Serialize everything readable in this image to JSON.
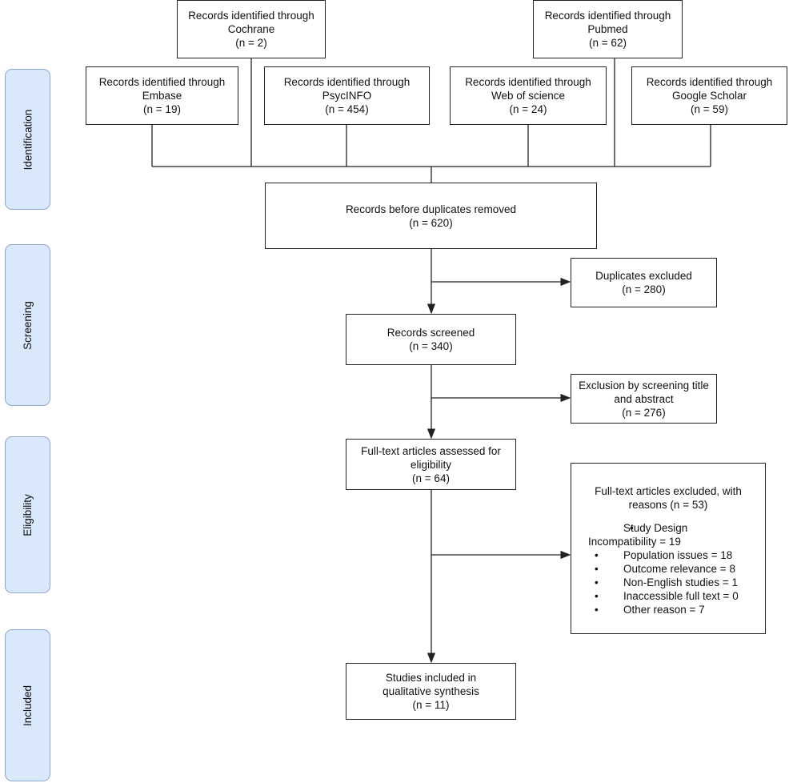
{
  "phases": [
    "Identification",
    "Screening",
    "Eligibility",
    "Included"
  ],
  "sources": {
    "cochrane": {
      "title": "Records identified through",
      "name": "Cochrane",
      "n": "(n = 2)"
    },
    "pubmed": {
      "title": "Records identified through",
      "name": "Pubmed",
      "n": "(n = 62)"
    },
    "embase": {
      "title": "Records identified through",
      "name": "Embase",
      "n": "(n = 19)"
    },
    "psycinfo": {
      "title": "Records identified through",
      "name": "PsycINFO",
      "n": "(n = 454)"
    },
    "wos": {
      "title": "Records identified through",
      "name": "Web of science",
      "n": "(n = 24)"
    },
    "scholar": {
      "title": "Records identified through",
      "name": "Google Scholar",
      "n": "(n = 59)"
    }
  },
  "before_dup": {
    "title": "Records before duplicates removed",
    "n": "(n = 620)"
  },
  "duplicates": {
    "title": "Duplicates excluded",
    "n": "(n = 280)"
  },
  "screened": {
    "title": "Records screened",
    "n": "(n = 340)"
  },
  "excl_title": {
    "title": "Exclusion by screening title and abstract",
    "n": "(n = 276)"
  },
  "fulltext": {
    "title": "Full-text articles assessed for eligibility",
    "n": "(n = 64)"
  },
  "excl_full": {
    "title": "Full-text articles excluded, with reasons (n = 53)",
    "reasons": [
      "Study Design Incompatibility = 19",
      "Population issues = 18",
      "Outcome relevance = 8",
      "Non-English studies = 1",
      "Inaccessible full text = 0",
      "Other reason = 7"
    ]
  },
  "included": {
    "title": "Studies included in qualitative synthesis",
    "n": "(n = 11)"
  },
  "colors": {
    "phase_fill": "#dae8fc",
    "phase_border": "#8fa9cc",
    "line": "#222222"
  }
}
